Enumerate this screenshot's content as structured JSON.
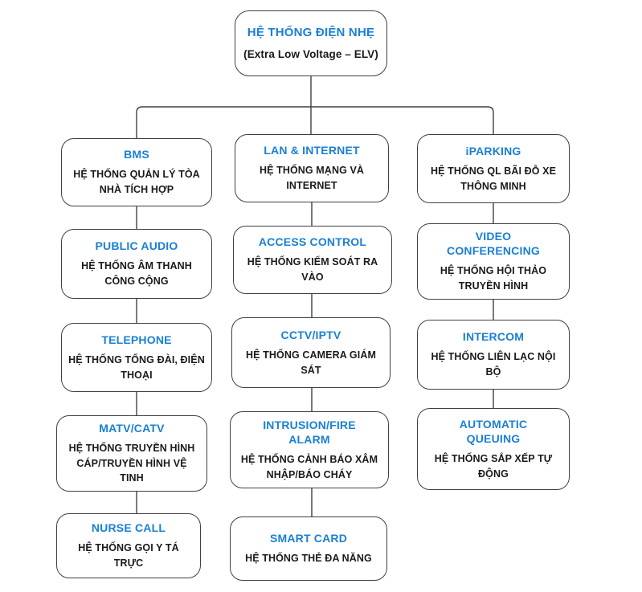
{
  "diagram": {
    "title": "ELV system hierarchy",
    "colors": {
      "title_blue": "#1a80d4",
      "body_text": "#1a1a1a",
      "line": "#404040",
      "background": "#ffffff"
    },
    "root": {
      "title": "HỆ THỐNG ĐIỆN NHẸ",
      "subtitle": "(Extra Low Voltage – ELV)"
    },
    "columns": [
      {
        "nodes": [
          {
            "title": "BMS",
            "desc": "HỆ THỐNG QUẢN LÝ TÒA NHÀ TÍCH HỢP"
          },
          {
            "title": "PUBLIC AUDIO",
            "desc": "HỆ THỐNG ÂM THANH CÔNG CỘNG"
          },
          {
            "title": "TELEPHONE",
            "desc": "HỆ THỐNG TỔNG ĐÀI, ĐIỆN THOẠI"
          },
          {
            "title": "MATV/CATV",
            "desc": "HỆ THỐNG TRUYỀN HÌNH CÁP/TRUYỀN HÌNH VỆ TINH"
          },
          {
            "title": "NURSE CALL",
            "desc": "HỆ THỐNG GỌI Y TÁ TRỰC"
          }
        ]
      },
      {
        "nodes": [
          {
            "title": "LAN & INTERNET",
            "desc": "HỆ THỐNG MẠNG VÀ INTERNET"
          },
          {
            "title": "ACCESS CONTROL",
            "desc": "HỆ THỐNG KIỂM SOÁT RA VÀO"
          },
          {
            "title": "CCTV/IPTV",
            "desc": "HỆ THỐNG CAMERA GIÁM SÁT"
          },
          {
            "title": "INTRUSION/FIRE ALARM",
            "desc": "HỆ THỐNG CẢNH BÁO XÂM NHẬP/BÁO CHÁY"
          },
          {
            "title": "SMART CARD",
            "desc": "HỆ THỐNG THẺ ĐA NĂNG"
          }
        ]
      },
      {
        "nodes": [
          {
            "title": "iPARKING",
            "desc": "HỆ THỐNG QL BÃI ĐỖ XE THÔNG MINH"
          },
          {
            "title": "VIDEO CONFERENCING",
            "desc": "HỆ THỐNG HỘI THẢO TRUYỀN HÌNH"
          },
          {
            "title": "INTERCOM",
            "desc": "HỆ THỐNG LIÊN LẠC NỘI BỘ"
          },
          {
            "title": "AUTOMATIC QUEUING",
            "desc": "HỆ THỐNG SẮP XẾP TỰ ĐỘNG"
          }
        ]
      }
    ]
  }
}
